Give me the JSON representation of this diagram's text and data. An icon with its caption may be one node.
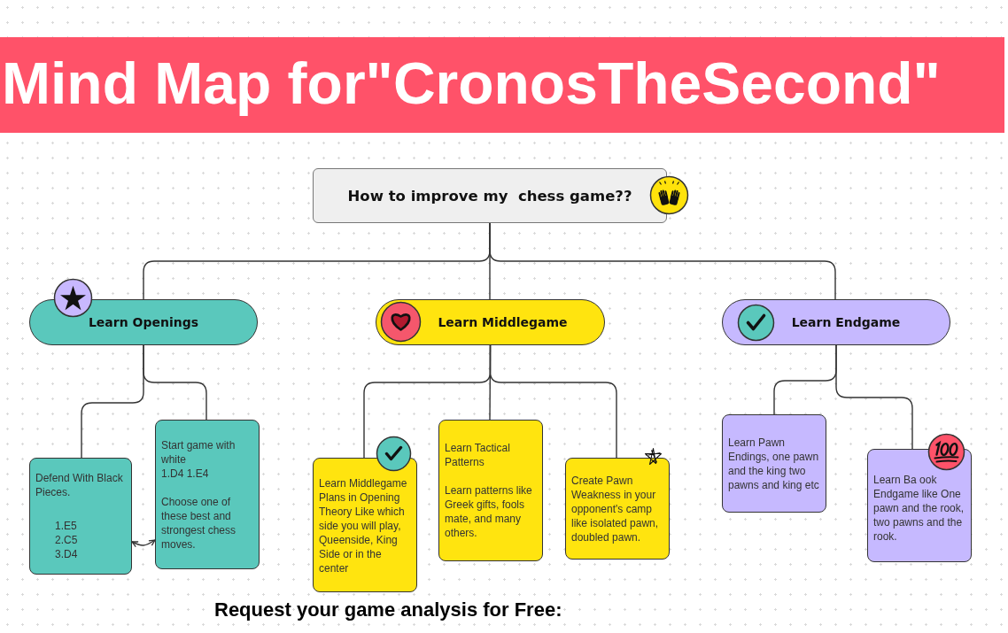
{
  "diagram": {
    "title": "Mind Map for\"CronosTheSecond\"",
    "nodes": [
      {
        "text": [
          "How to improve my  chess game??"
        ]
      },
      {
        "text": [
          "Learn Openings"
        ]
      },
      {
        "text": [
          "Learn Middlegame"
        ]
      },
      {
        "text": [
          "Learn Endgame"
        ]
      },
      {
        "text": [
          "Defend With Black Pieces.",
          "1.E5",
          "2.C5",
          "3.D4"
        ]
      },
      {
        "text": [
          "Start game with white",
          "1.D4 1.E4",
          "Choose one of these best and strongest chess moves."
        ]
      },
      {
        "text": [
          "Learn Middlegame Plans in Opening Theory Like which side you will play, Queenside, King Side or in the center"
        ]
      },
      {
        "text": [
          "Learn Tactical Patterns",
          "Learn patterns like Greek gifts, fools mate, and many others."
        ]
      },
      {
        "text": [
          "Create Pawn Weakness in your opponent's camp like isolated pawn, doubled pawn."
        ]
      },
      {
        "text": [
          "Learn Pawn Endings, one pawn and the king two pawns and king etc"
        ]
      },
      {
        "text": [
          "Learn Ba ook Endgame like One pawn and the rook, two pawns and the rook."
        ]
      }
    ],
    "edges": [
      {
        "from": 0,
        "to": 1,
        "arrow": "none"
      },
      {
        "from": 0,
        "to": 2,
        "arrow": "none"
      },
      {
        "from": 0,
        "to": 3,
        "arrow": "none"
      },
      {
        "from": 1,
        "to": 4,
        "arrow": "none"
      },
      {
        "from": 1,
        "to": 5,
        "arrow": "none"
      },
      {
        "from": 2,
        "to": 6,
        "arrow": "none"
      },
      {
        "from": 2,
        "to": 7,
        "arrow": "none"
      },
      {
        "from": 2,
        "to": 8,
        "arrow": "none"
      },
      {
        "from": 3,
        "to": 9,
        "arrow": "none"
      },
      {
        "from": 3,
        "to": 10,
        "arrow": "none"
      },
      {
        "from": 5,
        "to": 4,
        "arrow": "both"
      }
    ],
    "labels": [
      "Request your game analysis for Free:"
    ]
  }
}
